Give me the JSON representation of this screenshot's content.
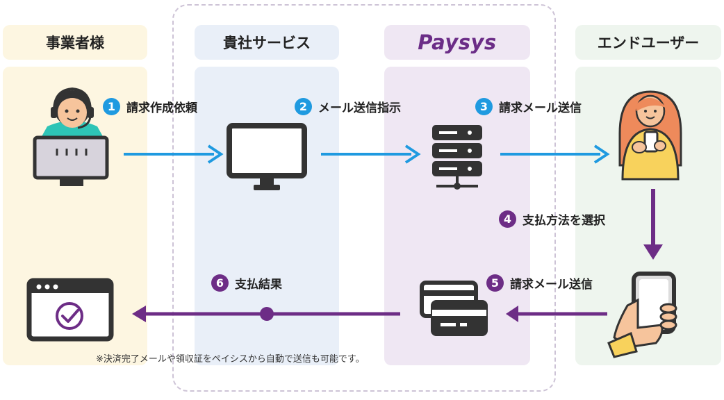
{
  "columns": {
    "business": "事業者様",
    "service": "貴社サービス",
    "paysys": "Paysys",
    "enduser": "エンドユーザー"
  },
  "steps": [
    {
      "num": "1",
      "label": "請求作成依頼"
    },
    {
      "num": "2",
      "label": "メール送信指示"
    },
    {
      "num": "3",
      "label": "請求メール送信"
    },
    {
      "num": "4",
      "label": "支払方法を選択"
    },
    {
      "num": "5",
      "label": "請求メール送信"
    },
    {
      "num": "6",
      "label": "支払結果"
    }
  ],
  "note": "※決済完了メールや領収証をペイシスから自動で送信も可能です。",
  "colors": {
    "blue": "#1f9ae0",
    "purple": "#6d2d86",
    "business_bg": "#fdf6e1",
    "service_bg": "#e9eff8",
    "paysys_bg": "#efe7f3",
    "enduser_bg": "#eef5ee"
  },
  "icons": [
    "operator-icon",
    "monitor-icon",
    "server-icon",
    "smartphone-user-icon",
    "hand-phone-icon",
    "credit-card-icon",
    "browser-check-icon"
  ]
}
